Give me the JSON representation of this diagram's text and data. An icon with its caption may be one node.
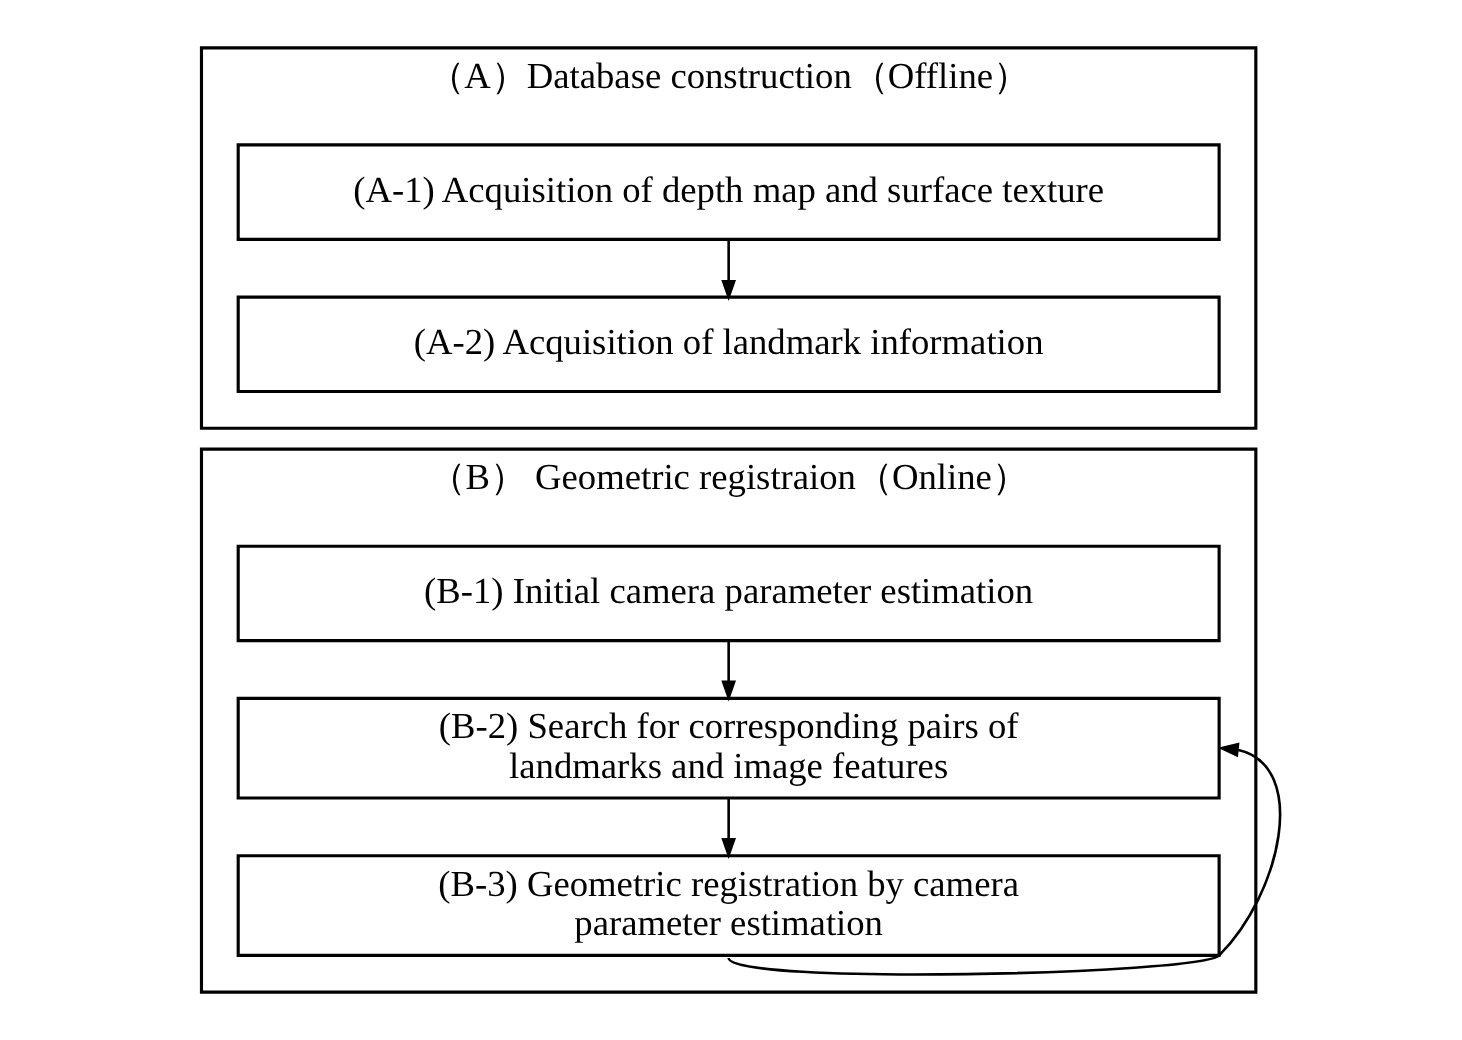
{
  "diagram": {
    "nodes": [
      {
        "text": [
          "（A）Database construction（Offline）"
        ]
      },
      {
        "text": [
          "(A-1) Acquisition of depth map and surface texture"
        ],
        "in": 0
      },
      {
        "text": [
          "(A-2) Acquisition of landmark information"
        ],
        "in": 0
      },
      {
        "text": [
          "（B） Geometric registraion（Online）"
        ]
      },
      {
        "text": [
          "(B-1) Initial camera parameter estimation"
        ],
        "in": 3
      },
      {
        "text": [
          "(B-2) Search for corresponding pairs of landmarks and image features"
        ],
        "in": 3
      },
      {
        "text": [
          "(B-3) Geometric registration by camera parameter estimation"
        ],
        "in": 3
      }
    ],
    "edges": [
      {
        "from": 1,
        "to": 2,
        "arrow": "to"
      },
      {
        "from": 4,
        "to": 5,
        "arrow": "to"
      },
      {
        "from": 5,
        "to": 6,
        "arrow": "to"
      },
      {
        "from": 6,
        "to": 5,
        "arrow": "to"
      }
    ]
  }
}
